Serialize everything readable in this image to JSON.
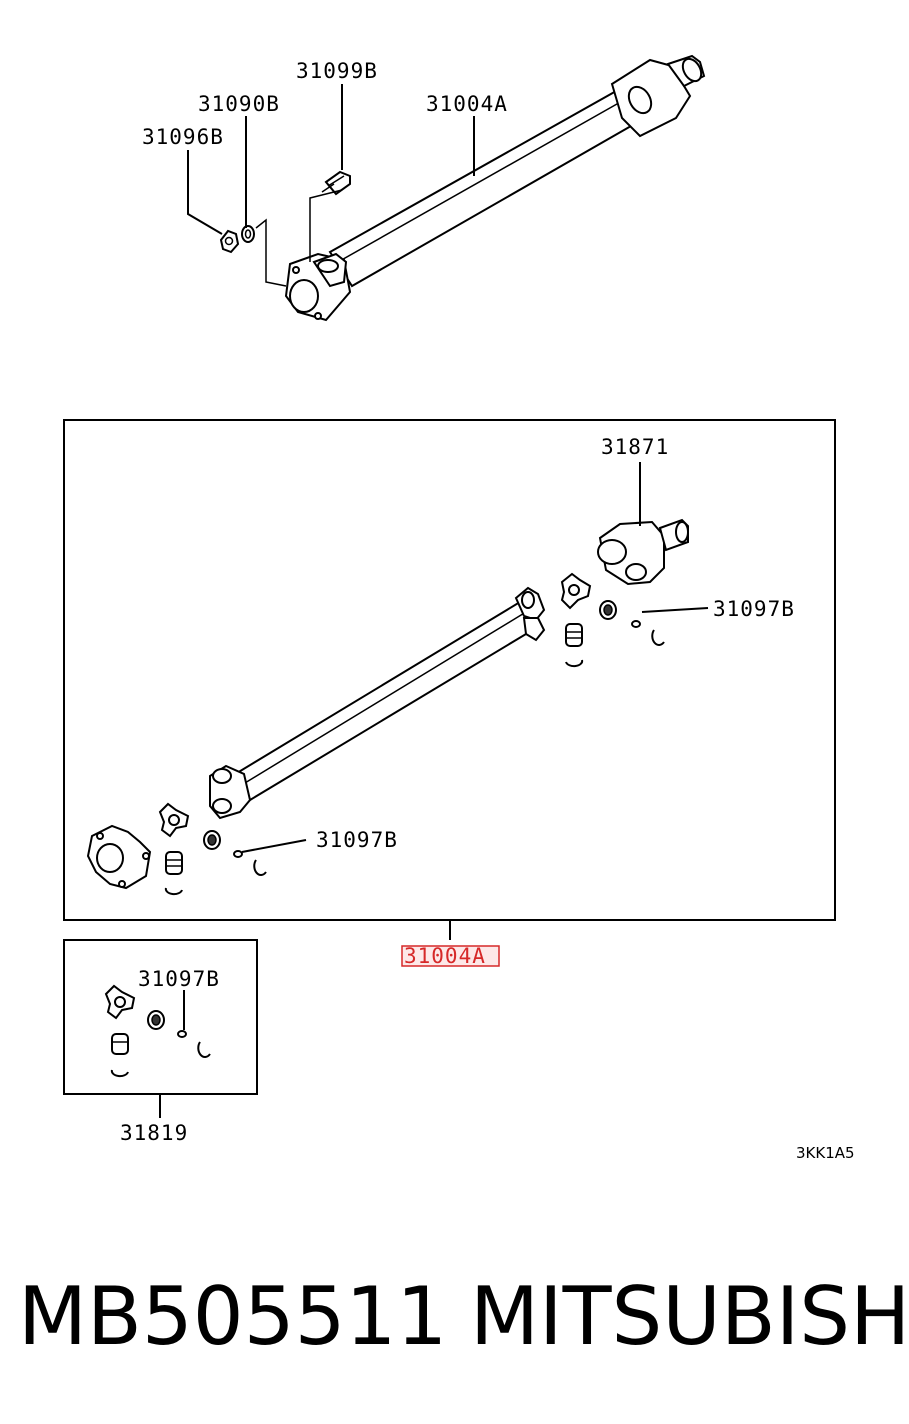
{
  "callouts": {
    "bolt": "31099B",
    "washer": "31090B",
    "nut": "31096B",
    "shaft_assembly_top": "31004A",
    "yoke": "31871",
    "grease_nipple_rear": "31097B",
    "grease_nipple_front": "31097B",
    "shaft_assembly_box": "31004A",
    "kit_grease_nipple": "31097B",
    "kit": "31819"
  },
  "diagram_code": "3KK1A5",
  "footer": {
    "part_number": "MB505511",
    "brand": "MITSUBISHI"
  },
  "colors": {
    "line": "#000000",
    "highlight": "#d62828",
    "highlight_fill": "#fde8e8"
  }
}
